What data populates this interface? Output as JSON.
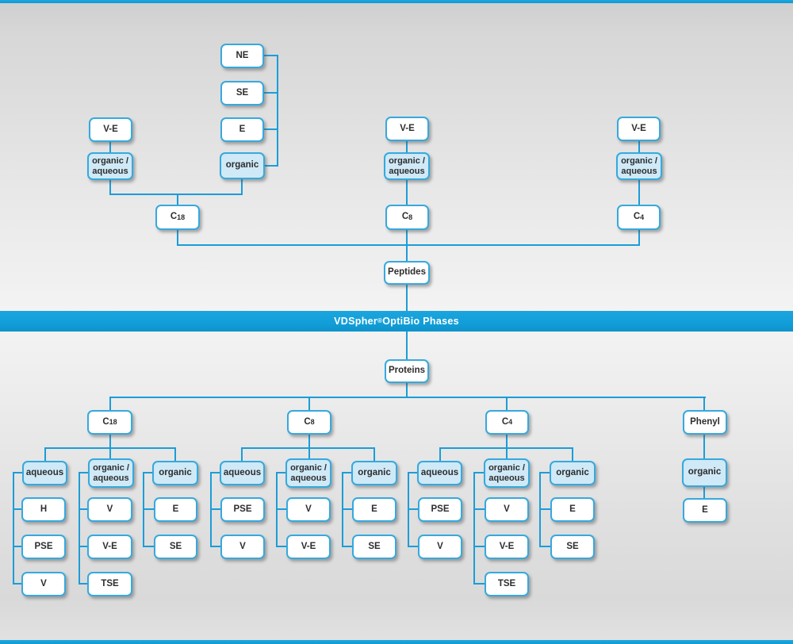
{
  "header_band": {
    "title": "VDSpher® OptiBio Phases"
  },
  "top_tree": {
    "root": "Peptides",
    "eluent_group": [
      "NE",
      "SE",
      "E",
      "organic"
    ],
    "columns": [
      {
        "phase": "C18",
        "type": "V-E",
        "eluent": "organic / aqueous"
      },
      {
        "phase": "C8",
        "type": "V-E",
        "eluent": "organic / aqueous"
      },
      {
        "phase": "C4",
        "type": "V-E",
        "eluent": "organic / aqueous"
      }
    ]
  },
  "bottom_tree": {
    "root": "Proteins",
    "branches": [
      {
        "phase": "C18",
        "groups": [
          {
            "eluent": "aqueous",
            "types": [
              "H",
              "PSE",
              "V"
            ]
          },
          {
            "eluent": "organic / aqueous",
            "types": [
              "V",
              "V-E",
              "TSE"
            ]
          },
          {
            "eluent": "organic",
            "types": [
              "E",
              "SE"
            ]
          }
        ]
      },
      {
        "phase": "C8",
        "groups": [
          {
            "eluent": "aqueous",
            "types": [
              "PSE",
              "V"
            ]
          },
          {
            "eluent": "organic / aqueous",
            "types": [
              "V",
              "V-E"
            ]
          },
          {
            "eluent": "organic",
            "types": [
              "E",
              "SE"
            ]
          }
        ]
      },
      {
        "phase": "C4",
        "groups": [
          {
            "eluent": "aqueous",
            "types": [
              "PSE",
              "V"
            ]
          },
          {
            "eluent": "organic / aqueous",
            "types": [
              "V",
              "V-E",
              "TSE"
            ]
          },
          {
            "eluent": "organic",
            "types": [
              "E",
              "SE"
            ]
          }
        ]
      },
      {
        "phase": "Phenyl",
        "groups": [
          {
            "eluent": "organic",
            "types": [
              "E"
            ]
          }
        ]
      }
    ]
  },
  "colors": {
    "accent_blue": "#129fd9",
    "connector_blue": "#1b9dd8",
    "box_border_blue": "#36a9de",
    "highlight_fill": "#cfe9f7",
    "background_gray": "#e3e3e3",
    "text_dark": "#2d2d2d"
  }
}
